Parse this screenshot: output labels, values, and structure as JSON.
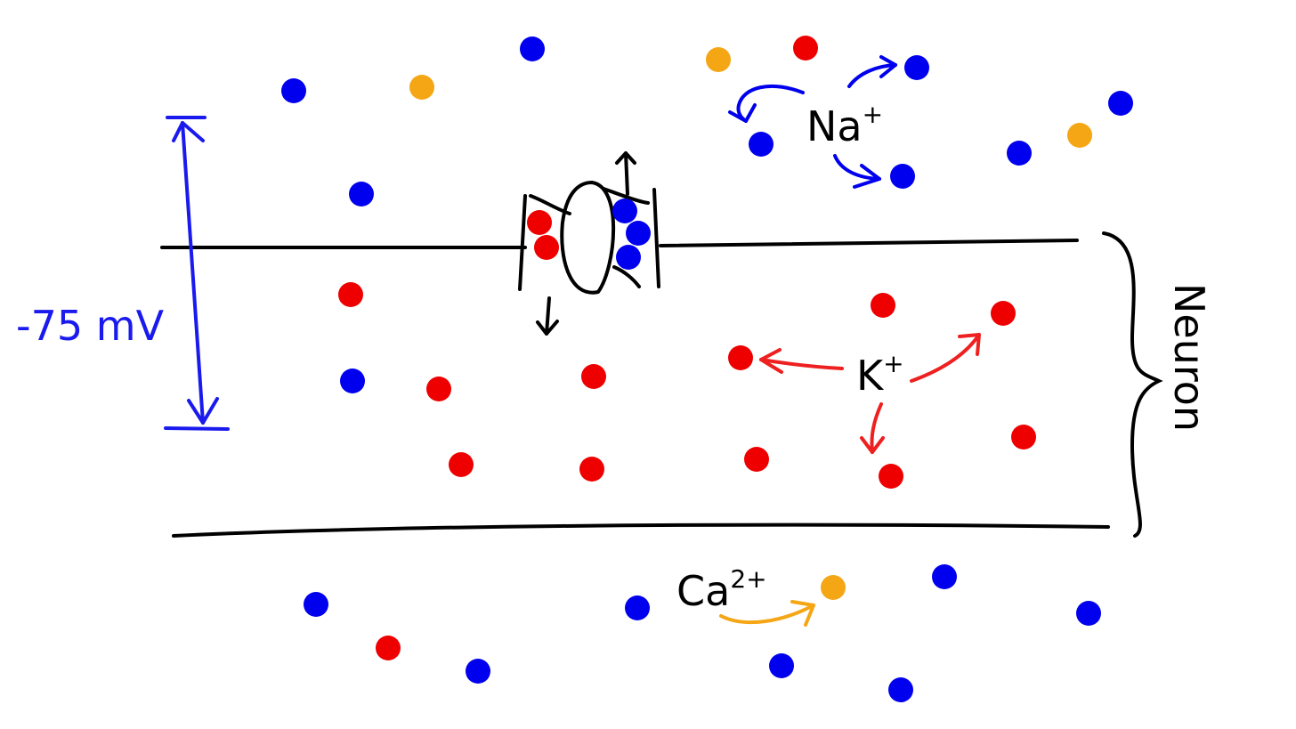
{
  "labels": {
    "voltage": "-75 mV",
    "neuron": "Neuron",
    "sodium": {
      "base": "Na",
      "charge": "+"
    },
    "potassium": {
      "base": "K",
      "charge": "+"
    },
    "calcium": {
      "base": "Ca",
      "charge": "2+"
    }
  },
  "colors": {
    "sodium": "#0000ee",
    "potassium": "#ee0000",
    "calcium": "#f5a615",
    "membrane": "#000000",
    "voltage": "#1a1aee",
    "potassium_arrow": "#ee2020",
    "calcium_arrow": "#f5a615"
  },
  "icons": {
    "pump": "sodium-potassium-pump-icon",
    "voltage_arrow": "double-headed-arrow-icon",
    "brace": "curly-brace-icon"
  }
}
